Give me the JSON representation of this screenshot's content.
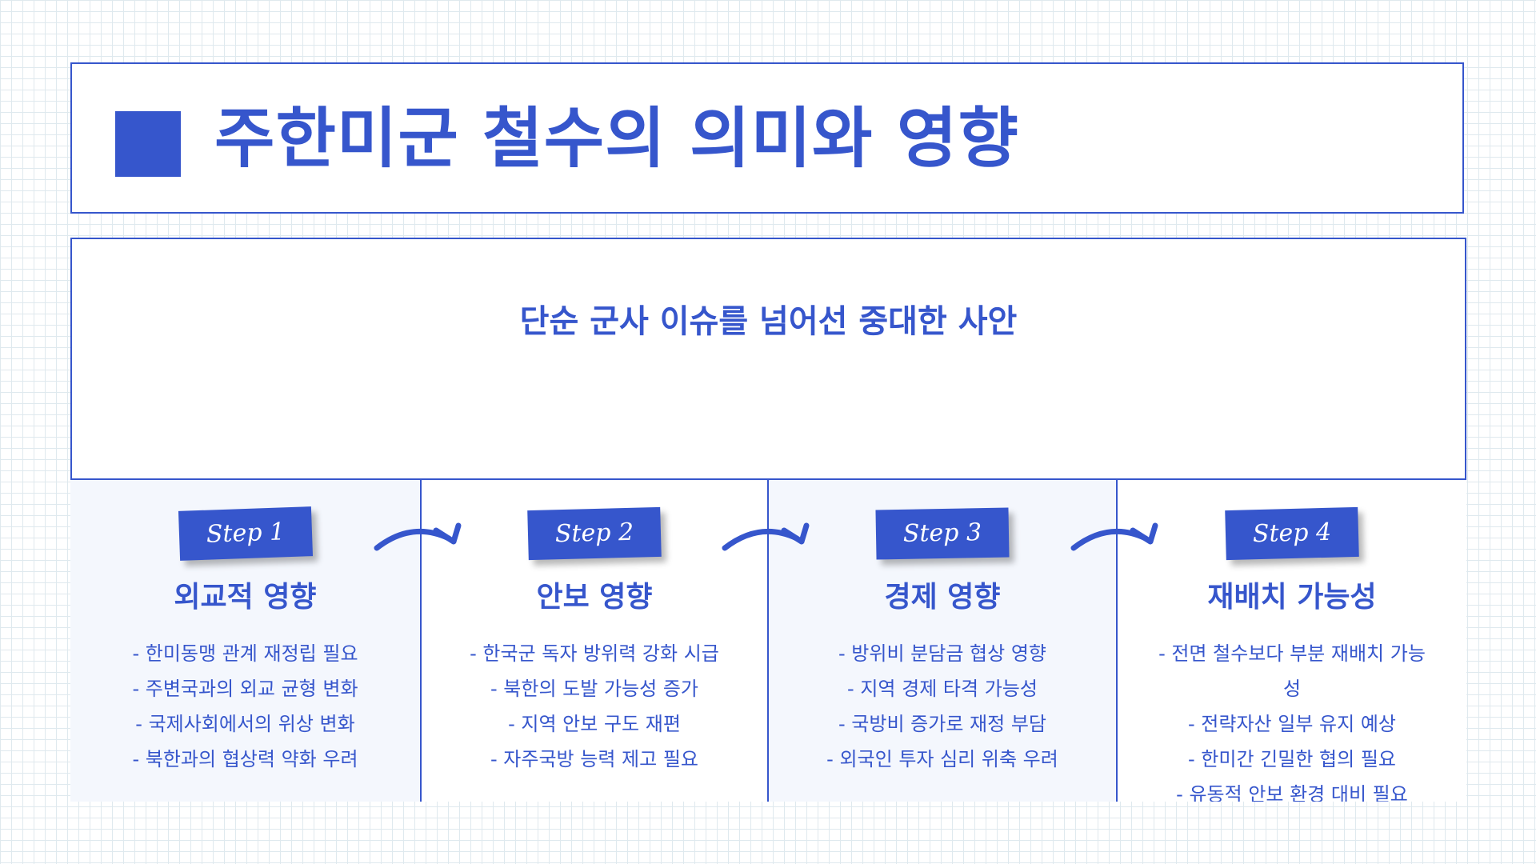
{
  "title": "주한미군 철수의 의미와 영향",
  "subtitle": "단순 군사 이슈를 넘어선 중대한 사안",
  "steps": [
    {
      "badge": "Step 1",
      "heading": "외교적 영향",
      "items": [
        "- 한미동맹 관계 재정립 필요",
        "- 주변국과의 외교 균형 변화",
        "- 국제사회에서의 위상 변화",
        "- 북한과의 협상력 약화 우려"
      ]
    },
    {
      "badge": "Step 2",
      "heading": "안보 영향",
      "items": [
        "- 한국군 독자 방위력 강화 시급",
        "- 북한의 도발 가능성 증가",
        "- 지역 안보 구도 재편",
        "- 자주국방 능력 제고 필요"
      ]
    },
    {
      "badge": "Step 3",
      "heading": "경제 영향",
      "items": [
        "- 방위비 분담금 협상 영향",
        "- 지역 경제 타격 가능성",
        "- 국방비 증가로 재정 부담",
        "- 외국인 투자 심리 위축 우려"
      ]
    },
    {
      "badge": "Step 4",
      "heading": "재배치 가능성",
      "items": [
        "- 전면 철수보다 부분 재배치 가능성",
        "- 전략자산 일부 유지 예상",
        "- 한미간 긴밀한 협의 필요",
        "- 유동적 안보 환경 대비 필요"
      ]
    }
  ],
  "colors": {
    "accent": "#3656cc",
    "panel_shade": "#f4f7fd",
    "grid": "#dfe9ee"
  },
  "icons": {
    "title_marker": "filled-square",
    "connector": "curved-arrow-right"
  }
}
